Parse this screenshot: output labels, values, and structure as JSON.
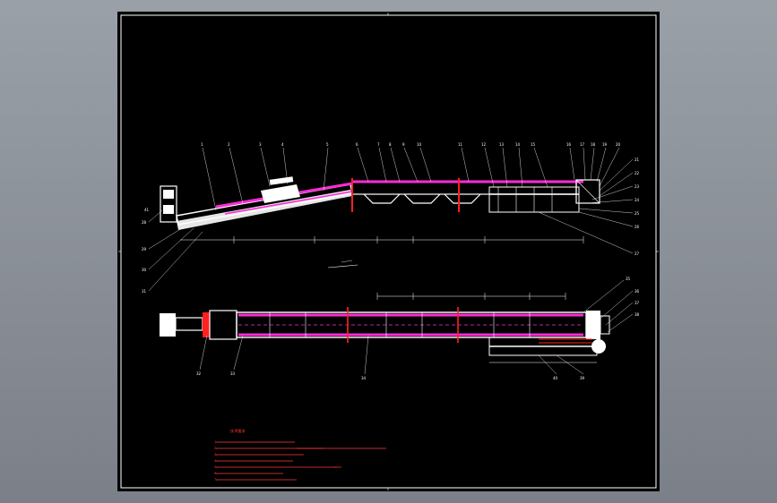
{
  "drawing": {
    "top_view_part_labels": [
      "1",
      "2",
      "3",
      "4",
      "5",
      "6",
      "7",
      "8",
      "9",
      "10",
      "11",
      "12",
      "13",
      "14",
      "15",
      "16",
      "17",
      "18",
      "19",
      "20",
      "21",
      "22",
      "23",
      "24",
      "25",
      "26",
      "27",
      "28",
      "29",
      "30",
      "31",
      "32",
      "33",
      "34",
      "35",
      "36",
      "37",
      "38",
      "39",
      "40",
      "41"
    ],
    "notes": {
      "title": "技术要求",
      "lines": [
        "1. ",
        "2. ",
        "3. ",
        "4. ",
        "5. ",
        "6. ",
        "7. "
      ]
    }
  },
  "colors": {
    "background": "#8a8f96",
    "sheet": "#000000",
    "line": "#ffffff",
    "accent_magenta": "#ff2bd6",
    "accent_red": "#ff2020"
  }
}
